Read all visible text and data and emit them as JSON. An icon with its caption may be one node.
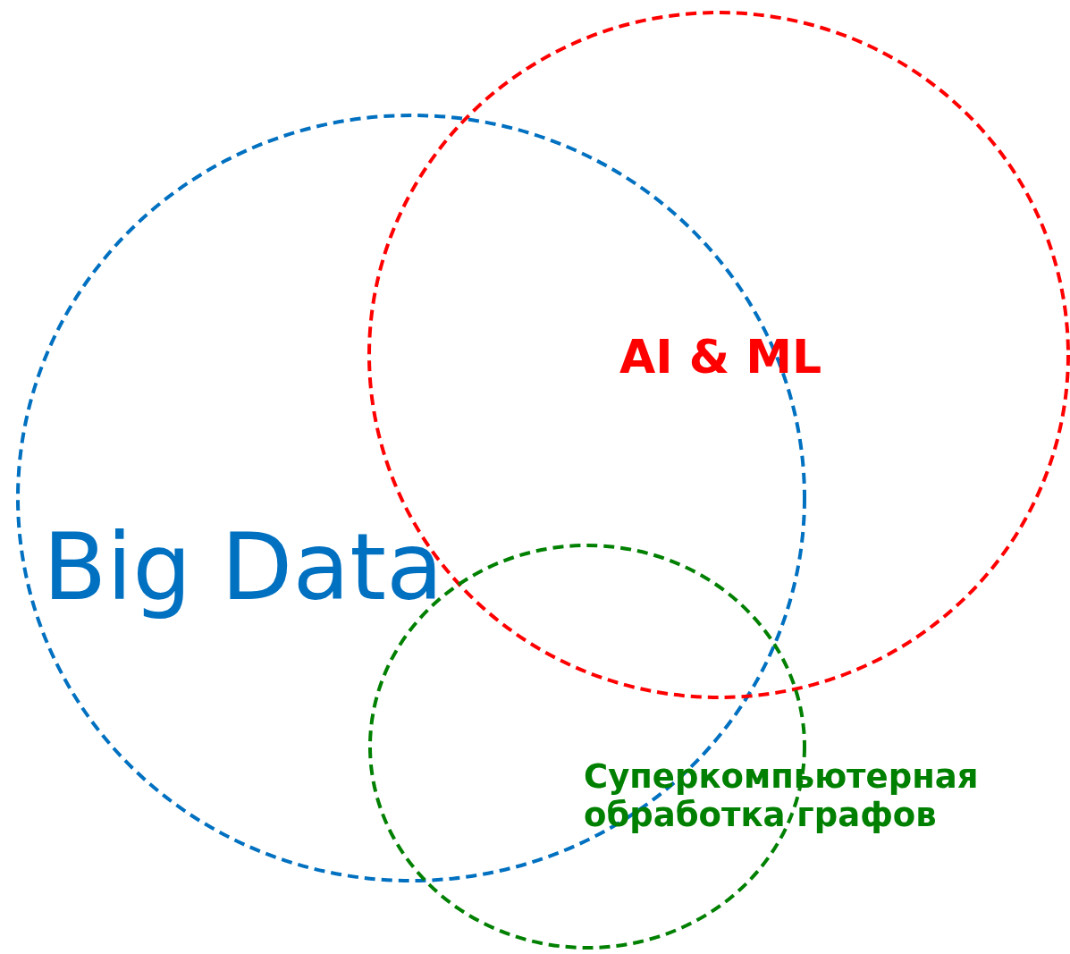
{
  "diagram": {
    "nodes": [
      {
        "text": [
          "Big Data"
        ]
      },
      {
        "text": [
          "AI & ML"
        ]
      },
      {
        "text": [
          "Суперкомпьютерная обработка графов"
        ]
      }
    ],
    "edges": []
  }
}
